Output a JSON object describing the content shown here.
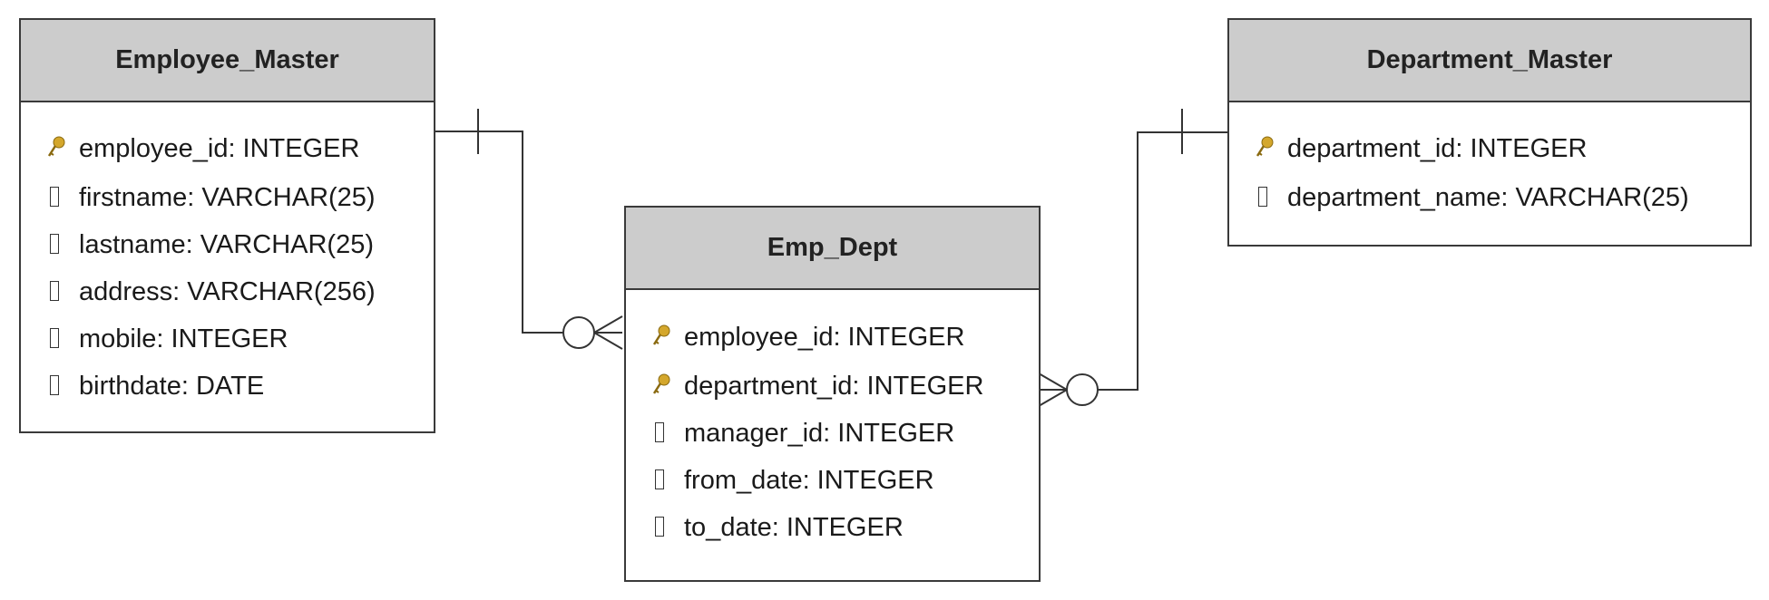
{
  "colors": {
    "header_fill": "#cccccc",
    "border": "#3a3a3a",
    "key_icon": "#d4a72c"
  },
  "entities": [
    {
      "name": "Employee_Master",
      "fields": [
        {
          "label": "employee_id: INTEGER",
          "icon": "key-icon"
        },
        {
          "label": "firstname: VARCHAR(25)",
          "icon": "column-icon"
        },
        {
          "label": "lastname: VARCHAR(25)",
          "icon": "column-icon"
        },
        {
          "label": "address: VARCHAR(256)",
          "icon": "column-icon"
        },
        {
          "label": "mobile: INTEGER",
          "icon": "column-icon"
        },
        {
          "label": "birthdate: DATE",
          "icon": "column-icon"
        }
      ]
    },
    {
      "name": "Emp_Dept",
      "fields": [
        {
          "label": "employee_id: INTEGER",
          "icon": "key-icon"
        },
        {
          "label": "department_id: INTEGER",
          "icon": "key-icon"
        },
        {
          "label": "manager_id: INTEGER",
          "icon": "column-icon"
        },
        {
          "label": "from_date: INTEGER",
          "icon": "column-icon"
        },
        {
          "label": "to_date: INTEGER",
          "icon": "column-icon"
        }
      ]
    },
    {
      "name": "Department_Master",
      "fields": [
        {
          "label": "department_id: INTEGER",
          "icon": "key-icon"
        },
        {
          "label": "department_name: VARCHAR(25)",
          "icon": "column-icon"
        }
      ]
    }
  ],
  "relationships": [
    {
      "from": "Employee_Master",
      "to": "Emp_Dept",
      "from_cardinality": "one",
      "to_cardinality": "zero-or-many"
    },
    {
      "from": "Department_Master",
      "to": "Emp_Dept",
      "from_cardinality": "one",
      "to_cardinality": "zero-or-many"
    }
  ]
}
